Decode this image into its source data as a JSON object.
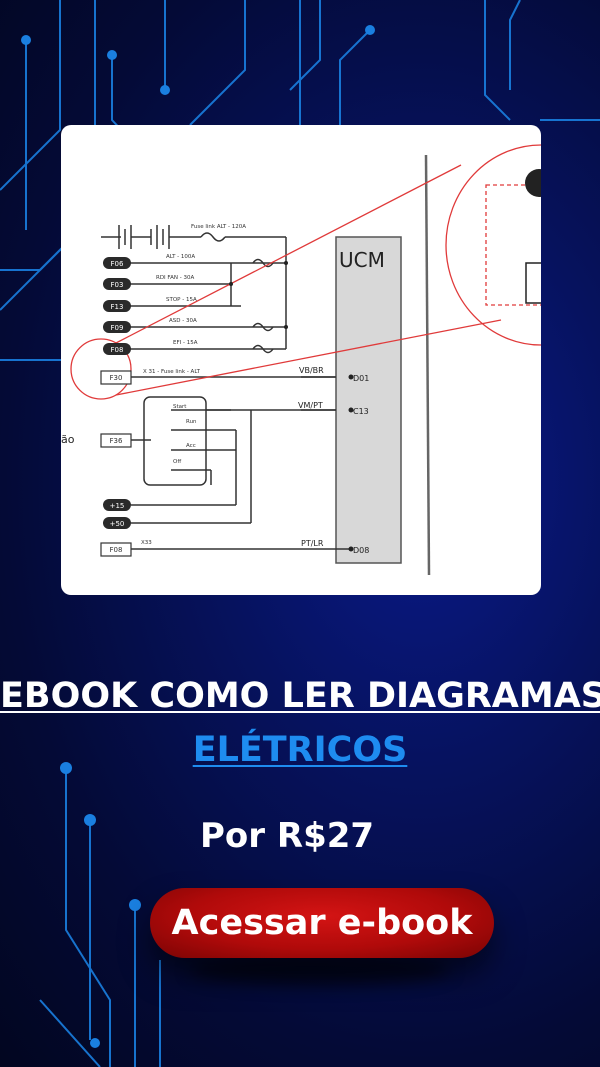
{
  "diagram": {
    "ucm_label": "UCM",
    "fuse_labels": {
      "main": "Fuse link  ALT - 120A",
      "alt": "ALT - 100A",
      "rdi": "RDI FAN - 30A",
      "stop": "STOP - 15A",
      "asd": "ASD - 30A",
      "efi": "EFI - 15A",
      "f30": "X 31 - Fuse link - ALT"
    },
    "connectors": [
      "F06",
      "F03",
      "F13",
      "F09",
      "F08",
      "F30",
      "F36",
      "+15",
      "+50",
      "F08"
    ],
    "switch_labels": [
      "Start",
      "Run",
      "Acc",
      "Off"
    ],
    "pin_labels": [
      "D01",
      "C13",
      "D08"
    ],
    "wire_labels": [
      "VB/BR",
      "VM/PT",
      "PT/LR",
      "X33"
    ],
    "side_text": "ão"
  },
  "title": {
    "line1": "EBOOK COMO LER DIAGRAMAS",
    "line2": "ELÉTRICOS"
  },
  "price": "Por R$27",
  "cta": {
    "label": "Acessar e-book"
  },
  "colors": {
    "background": "#06125e",
    "accent_blue": "#1e8cf0",
    "button_red": "#c01010",
    "circuit_line": "#1a7fe0"
  }
}
